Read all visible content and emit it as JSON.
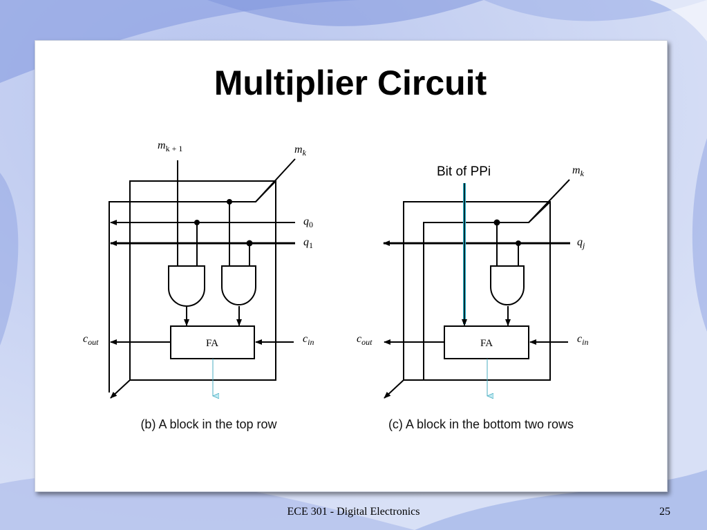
{
  "slide": {
    "title": "Multiplier Circuit",
    "footer_text": "ECE 301 - Digital Electronics",
    "page_number": "25"
  },
  "diagram_b": {
    "input_top_left": "m",
    "input_top_left_sub": "k + 1",
    "input_top_right": "m",
    "input_top_right_sub": "k",
    "q0": "q",
    "q0_sub": "0",
    "q1": "q",
    "q1_sub": "1",
    "cout": "c",
    "cout_sub": "out",
    "cin": "c",
    "cin_sub": "in",
    "adder_label": "FA",
    "caption": "(b) A block in the top row"
  },
  "diagram_c": {
    "annotation": "Bit of PPi",
    "input_top_right": "m",
    "input_top_right_sub": "k",
    "qj": "q",
    "qj_sub": "j",
    "cout": "c",
    "cout_sub": "out",
    "cin": "c",
    "cin_sub": "in",
    "adder_label": "FA",
    "caption": "(c) A block in the bottom two rows"
  },
  "colors": {
    "annotation_line": "#29b6cf",
    "background_blue": "#8fa3e0"
  }
}
